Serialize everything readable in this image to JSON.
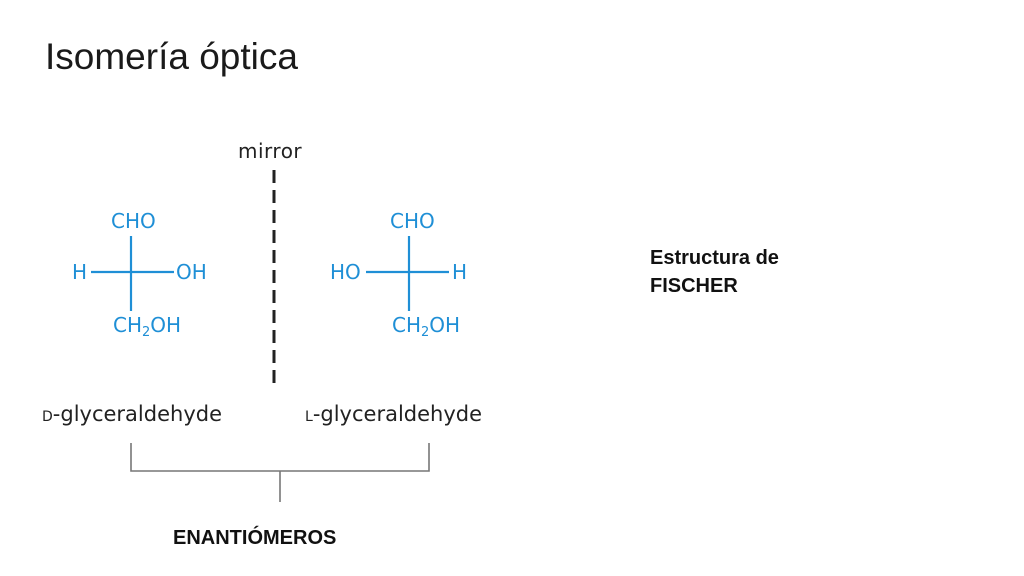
{
  "title": "Isomería óptica",
  "mirror_label": "mirror",
  "left_molecule": {
    "top": "CHO",
    "left": "H",
    "right": "OH",
    "bottom_main": "CH",
    "bottom_sub": "2",
    "bottom_tail": "OH",
    "name_prefix": "D",
    "name_rest": "-glyceraldehyde"
  },
  "right_molecule": {
    "top": "CHO",
    "left": "HO",
    "right": "H",
    "bottom_main": "CH",
    "bottom_sub": "2",
    "bottom_tail": "OH",
    "name_prefix": "L",
    "name_rest": "-glyceraldehyde"
  },
  "note": {
    "line1": "Estructura de",
    "line2": "FISCHER"
  },
  "bracket_label": "ENANTIÓMEROS",
  "colors": {
    "bond": "#1f8fd6",
    "text": "#222222"
  }
}
